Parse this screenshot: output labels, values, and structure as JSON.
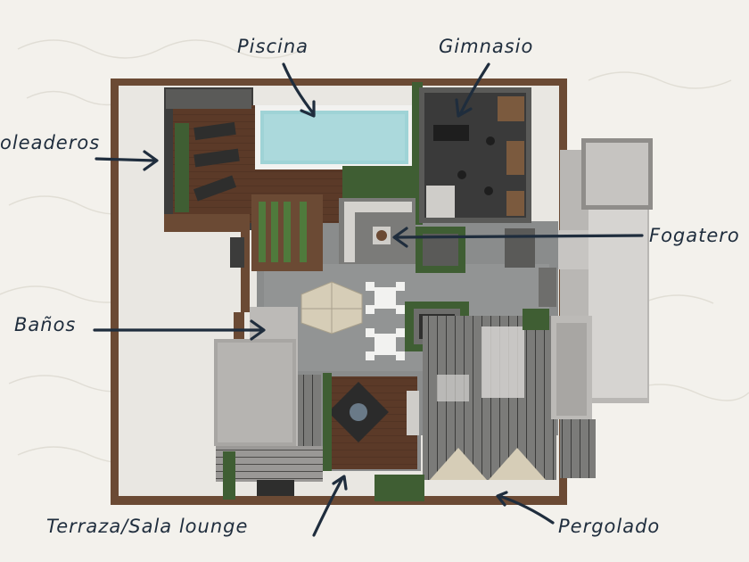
{
  "labels": {
    "piscina": "Piscina",
    "gimnasio": "Gimnasio",
    "asoleaderos": "oleaderos",
    "fogatero": "Fogatero",
    "banos": "Baños",
    "terraza": "Terraza/Sala lounge",
    "pergolado": "Pergolado"
  },
  "colors": {
    "ink": "#1f2d3d",
    "background": "#f3f1ec",
    "wall": "#6b4a34",
    "floor_light": "#e9e7e2",
    "floor_grey": "#8a8c8c",
    "deck_wood": "#5b3a28",
    "pool_water": "#9fd3d6",
    "gym_floor": "#3a3a3a",
    "greenery": "#3f5e33",
    "roof_grey": "#a8a6a3"
  }
}
